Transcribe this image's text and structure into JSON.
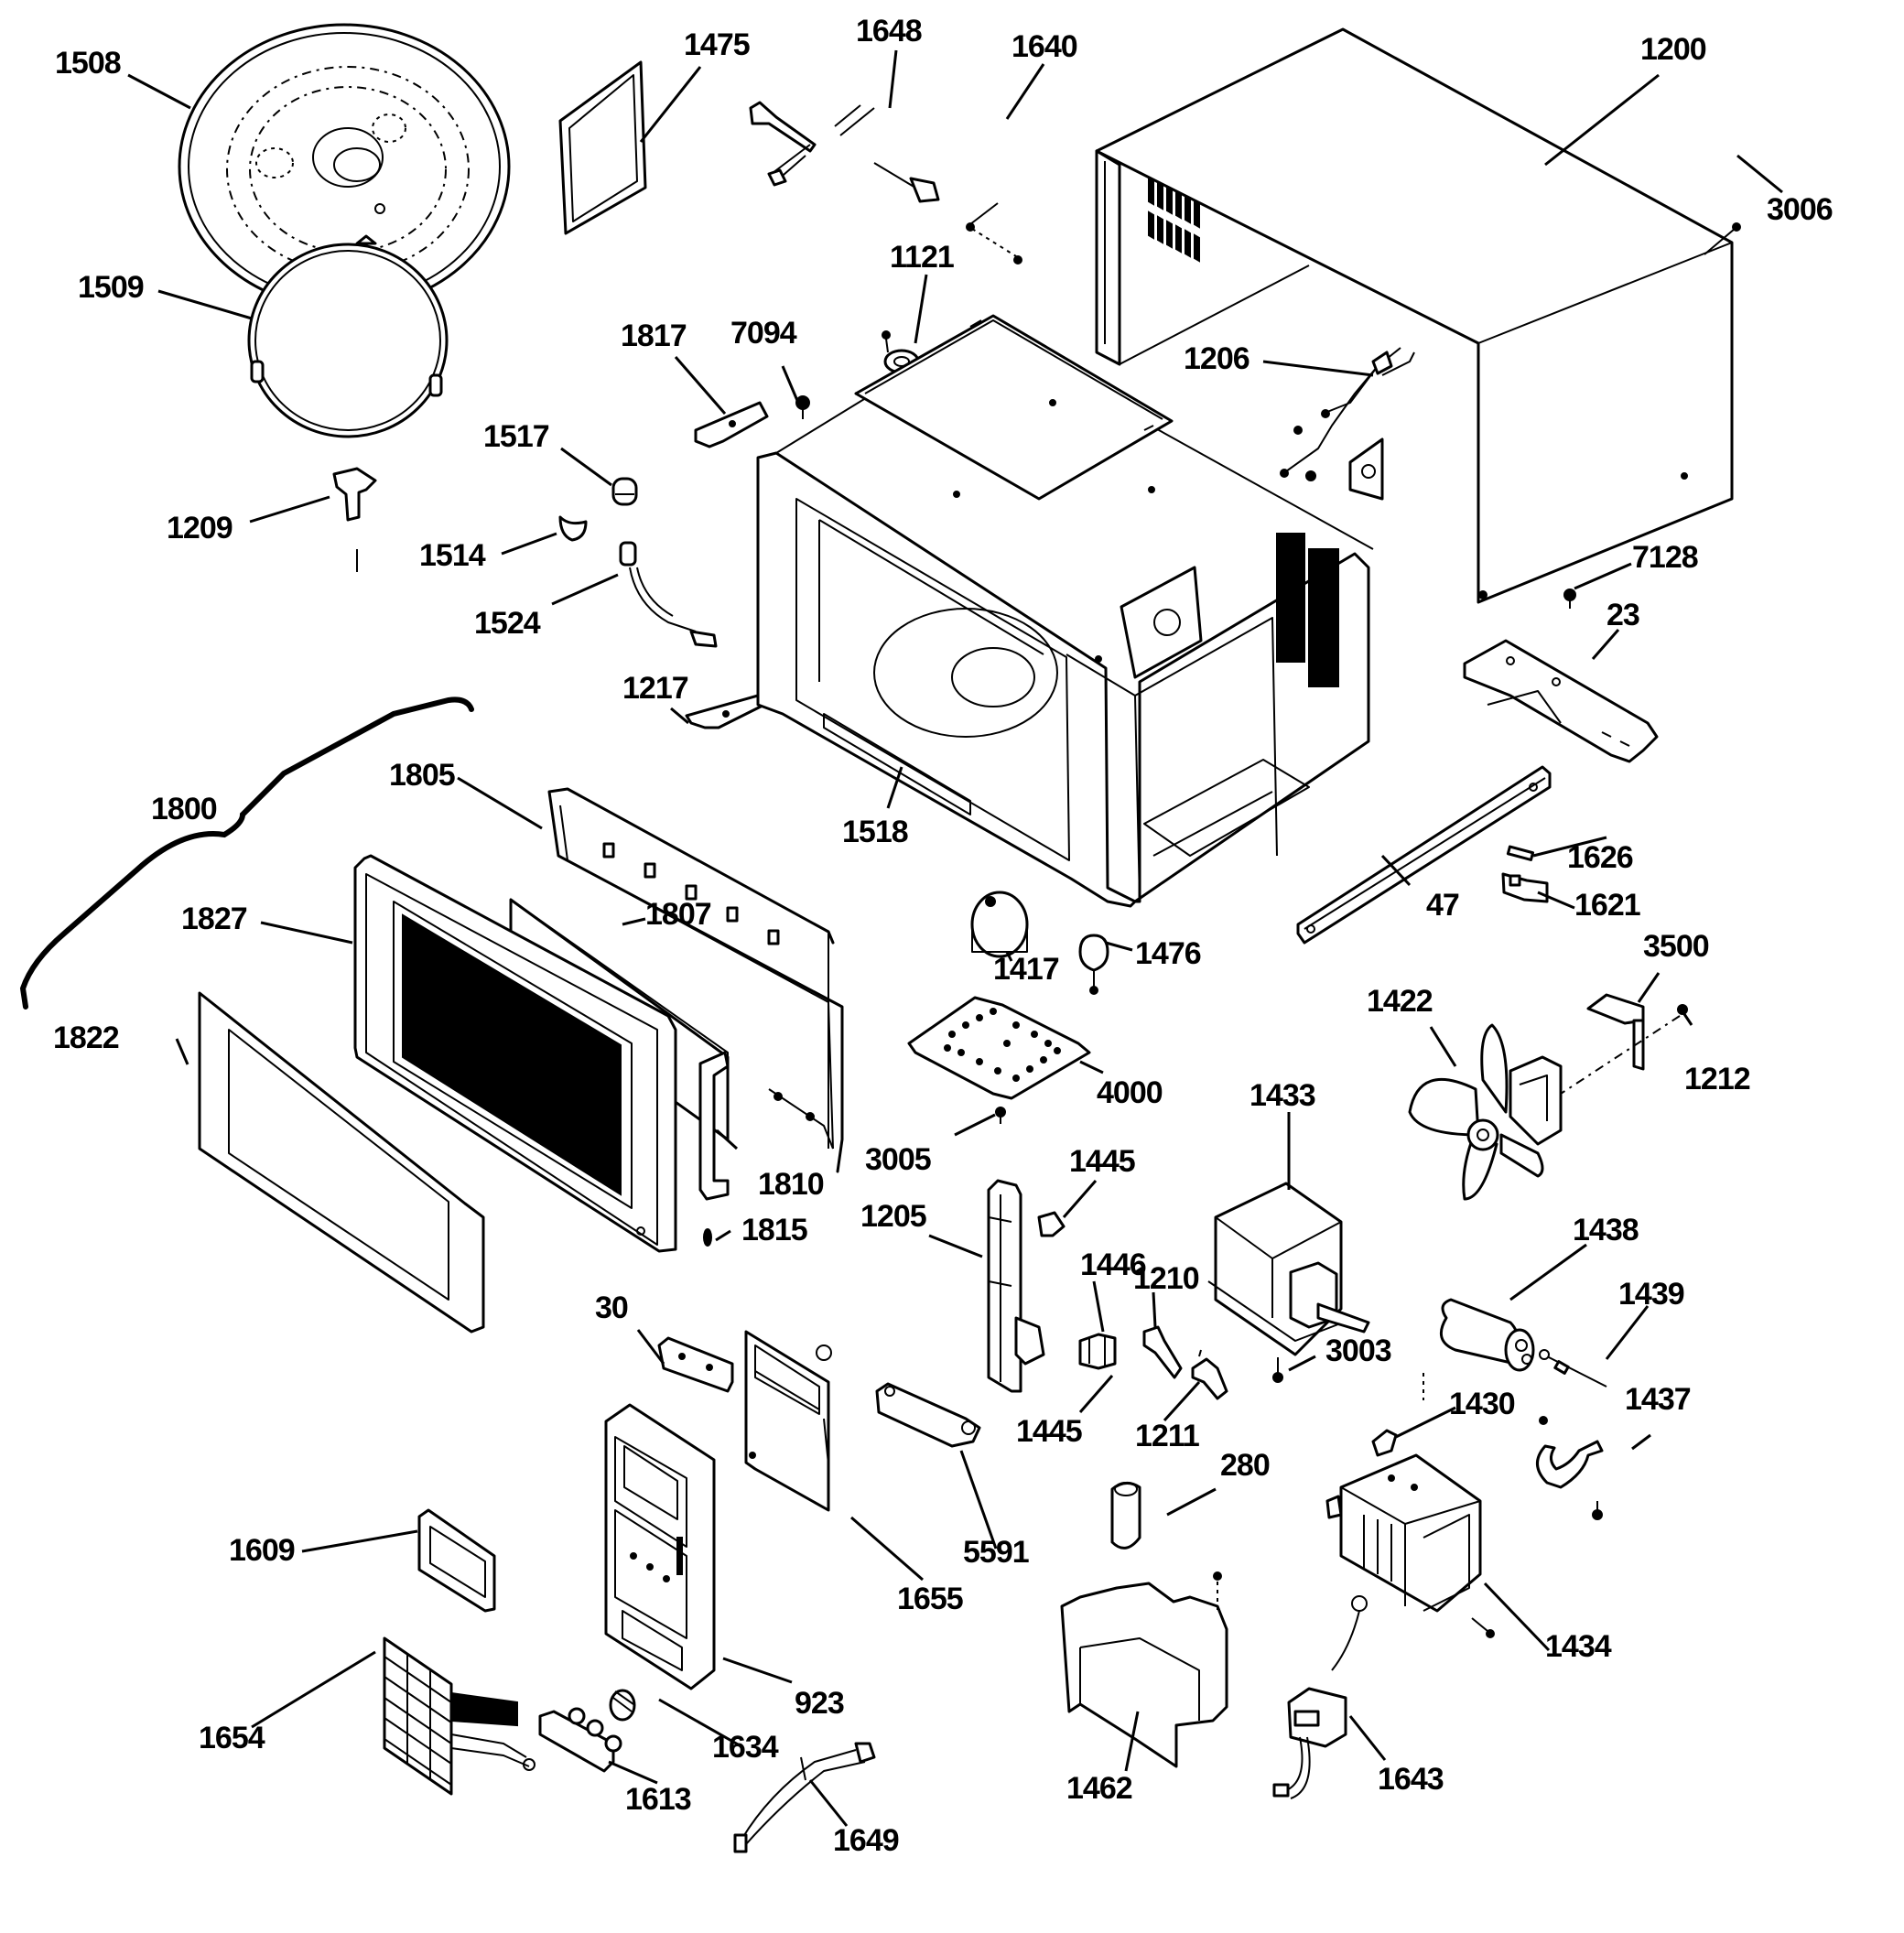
{
  "diagram": {
    "title": "Microwave oven exploded parts diagram",
    "line_color": "#000000",
    "background": "#ffffff",
    "parts": [
      {
        "id": "1508",
        "name": "turntable-tray"
      },
      {
        "id": "1475",
        "name": "waveguide-cover"
      },
      {
        "id": "1648",
        "name": "wire-harness"
      },
      {
        "id": "1640",
        "name": "screw"
      },
      {
        "id": "1200",
        "name": "outer-case"
      },
      {
        "id": "3006",
        "name": "screw"
      },
      {
        "id": "1509",
        "name": "roller-ring"
      },
      {
        "id": "1121",
        "name": "thermal-cutout"
      },
      {
        "id": "1817",
        "name": "bracket"
      },
      {
        "id": "7094",
        "name": "screw"
      },
      {
        "id": "1206",
        "name": "power-cord-harness"
      },
      {
        "id": "1517",
        "name": "lamp"
      },
      {
        "id": "1209",
        "name": "turntable-coupler"
      },
      {
        "id": "1514",
        "name": "lamp-socket-clip"
      },
      {
        "id": "7128",
        "name": "screw"
      },
      {
        "id": "1524",
        "name": "lamp-socket"
      },
      {
        "id": "23",
        "name": "base-bracket"
      },
      {
        "id": "1217",
        "name": "hinge-bracket"
      },
      {
        "id": "1800",
        "name": "door-choke-wire"
      },
      {
        "id": "1805",
        "name": "door-frame"
      },
      {
        "id": "1518",
        "name": "cavity"
      },
      {
        "id": "1626",
        "name": "thermostat"
      },
      {
        "id": "47",
        "name": "rail"
      },
      {
        "id": "1621",
        "name": "thermostat-bracket"
      },
      {
        "id": "1827",
        "name": "door-panel"
      },
      {
        "id": "1807",
        "name": "door-screen"
      },
      {
        "id": "1417",
        "name": "turntable-motor"
      },
      {
        "id": "1476",
        "name": "fan-motor-part"
      },
      {
        "id": "3500",
        "name": "bracket"
      },
      {
        "id": "1422",
        "name": "fan-assembly"
      },
      {
        "id": "1822",
        "name": "door-glass"
      },
      {
        "id": "1212",
        "name": "screw"
      },
      {
        "id": "4000",
        "name": "base-plate"
      },
      {
        "id": "1433",
        "name": "transformer"
      },
      {
        "id": "3005",
        "name": "screw"
      },
      {
        "id": "1810",
        "name": "latch"
      },
      {
        "id": "1445",
        "name": "switch"
      },
      {
        "id": "1205",
        "name": "latch-board"
      },
      {
        "id": "1815",
        "name": "spring"
      },
      {
        "id": "1438",
        "name": "capacitor"
      },
      {
        "id": "1446",
        "name": "switch"
      },
      {
        "id": "1210",
        "name": "lever"
      },
      {
        "id": "1439",
        "name": "diode"
      },
      {
        "id": "30",
        "name": "bracket"
      },
      {
        "id": "3003",
        "name": "screw"
      },
      {
        "id": "1430",
        "name": "fuse-holder"
      },
      {
        "id": "1437",
        "name": "capacitor-clamp"
      },
      {
        "id": "1445b",
        "name": "switch"
      },
      {
        "id": "1211",
        "name": "lever"
      },
      {
        "id": "280",
        "name": "fuse"
      },
      {
        "id": "1609",
        "name": "window"
      },
      {
        "id": "5591",
        "name": "switch-housing"
      },
      {
        "id": "1655",
        "name": "control-board"
      },
      {
        "id": "1434",
        "name": "magnetron"
      },
      {
        "id": "923",
        "name": "control-panel"
      },
      {
        "id": "1654",
        "name": "keypad-membrane"
      },
      {
        "id": "1634",
        "name": "knob-spring"
      },
      {
        "id": "1613",
        "name": "button"
      },
      {
        "id": "1462",
        "name": "air-guide"
      },
      {
        "id": "1643",
        "name": "noise-filter"
      },
      {
        "id": "1649",
        "name": "wire-harness"
      }
    ],
    "labels": {
      "l1508": "1508",
      "l1475": "1475",
      "l1648": "1648",
      "l1640": "1640",
      "l1200": "1200",
      "l3006": "3006",
      "l1509": "1509",
      "l1121": "1121",
      "l1817": "1817",
      "l7094": "7094",
      "l1206": "1206",
      "l1517": "1517",
      "l1209": "1209",
      "l1514": "1514",
      "l7128": "7128",
      "l1524": "1524",
      "l23": "23",
      "l1217": "1217",
      "l1800": "1800",
      "l1805": "1805",
      "l1518": "1518",
      "l1626": "1626",
      "l47": "47",
      "l1621": "1621",
      "l1827": "1827",
      "l1807": "1807",
      "l1417": "1417",
      "l1476": "1476",
      "l3500": "3500",
      "l1422": "1422",
      "l1822": "1822",
      "l1212": "1212",
      "l4000": "4000",
      "l1433": "1433",
      "l3005": "3005",
      "l1810": "1810",
      "l1445a": "1445",
      "l1205": "1205",
      "l1815": "1815",
      "l1438": "1438",
      "l1446": "1446",
      "l1210": "1210",
      "l1439": "1439",
      "l30": "30",
      "l3003": "3003",
      "l1430": "1430",
      "l1437": "1437",
      "l1445b": "1445",
      "l1211": "1211",
      "l280": "280",
      "l1609": "1609",
      "l5591": "5591",
      "l1655": "1655",
      "l1434": "1434",
      "l923": "923",
      "l1654": "1654",
      "l1634": "1634",
      "l1613": "1613",
      "l1462": "1462",
      "l1643": "1643",
      "l1649": "1649"
    }
  }
}
